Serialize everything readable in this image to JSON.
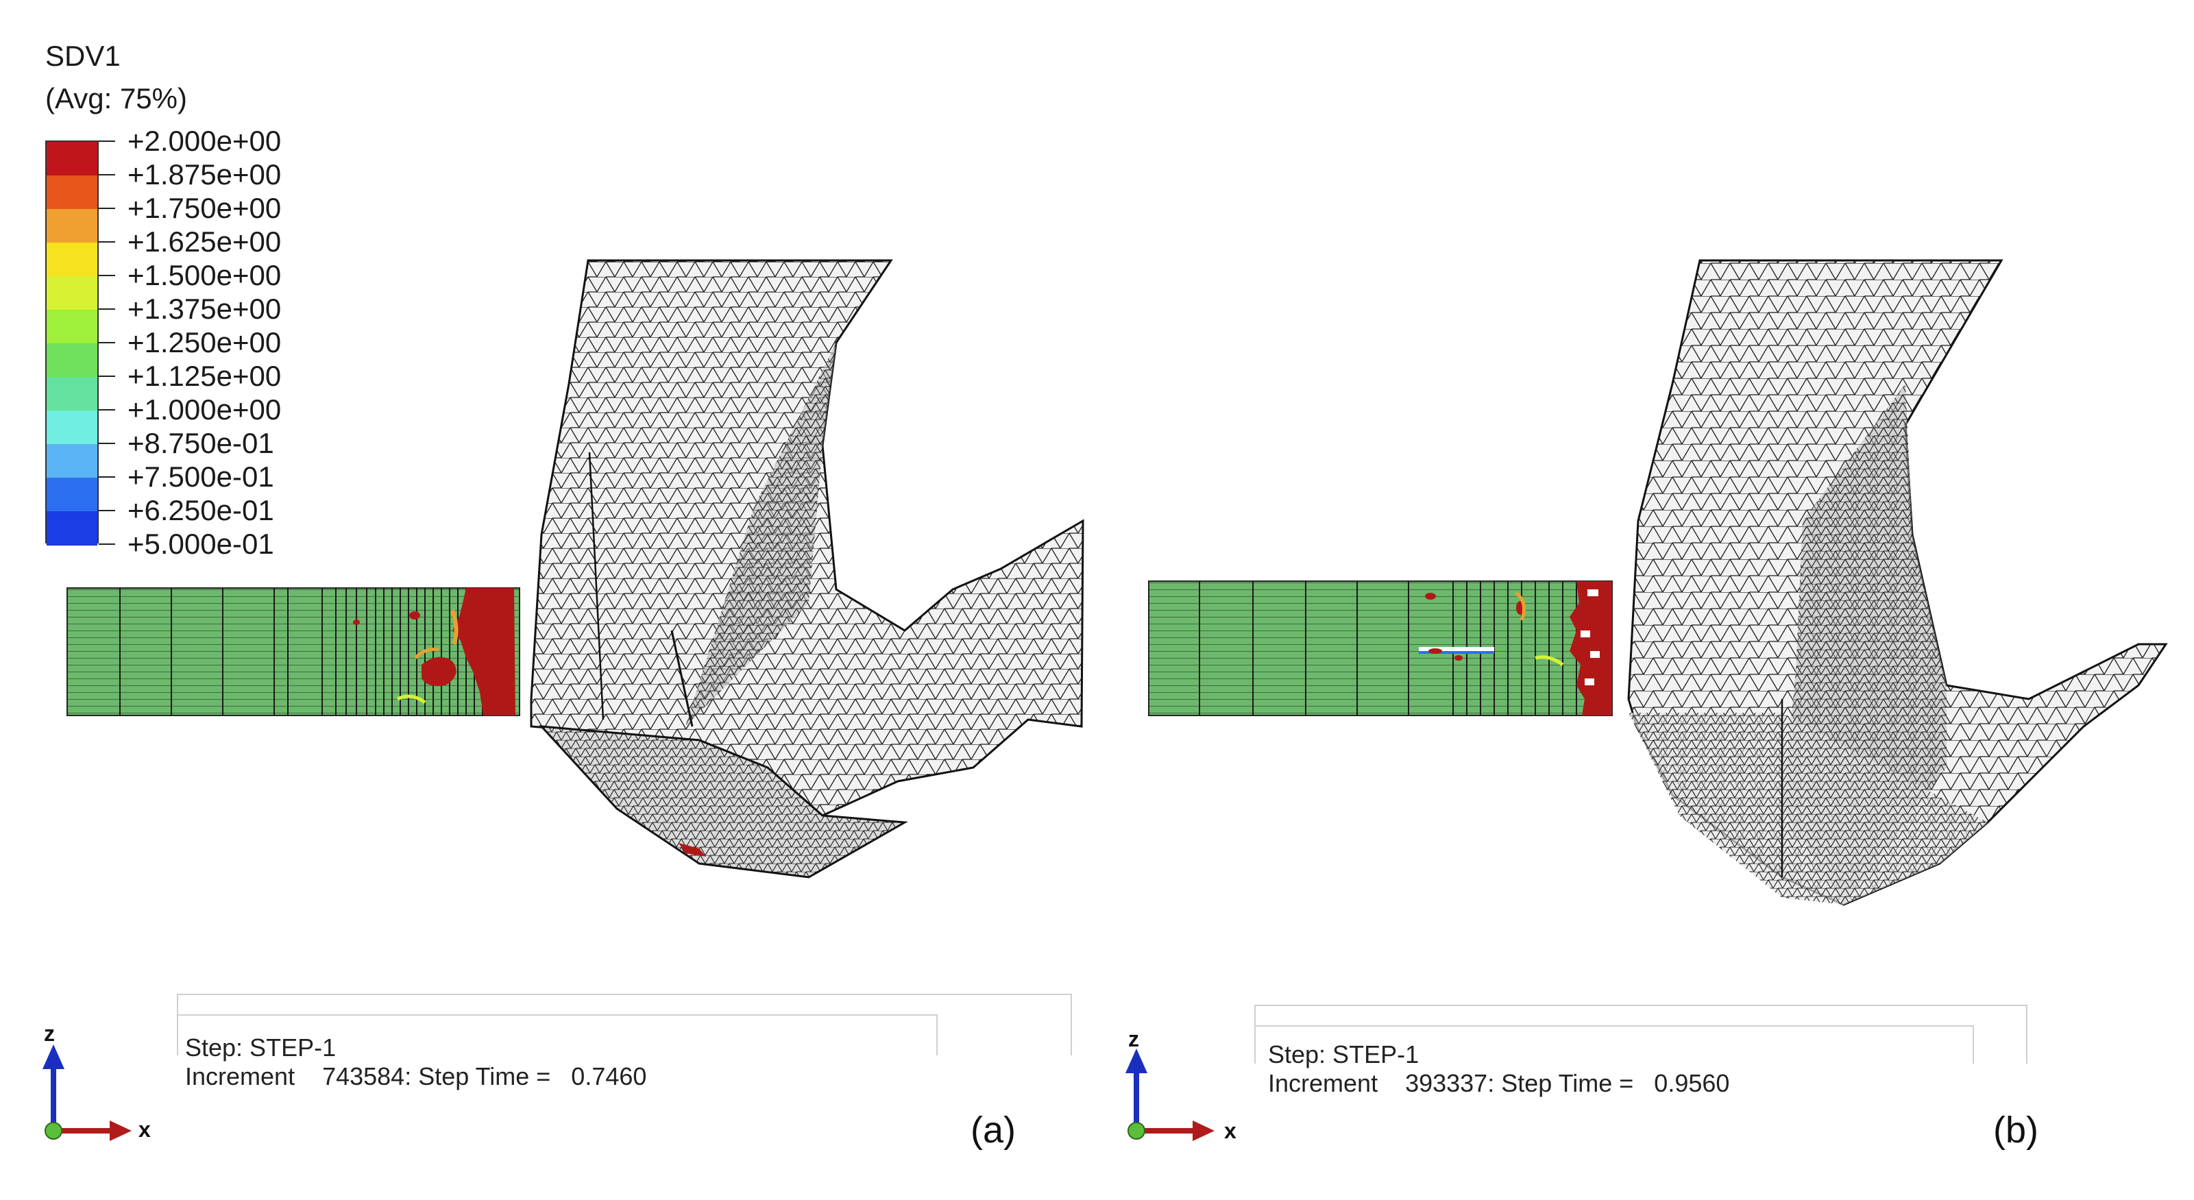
{
  "legend": {
    "variable": "SDV1",
    "averaging": "(Avg: 75%)",
    "levels": [
      {
        "label": "+2.000e+00",
        "color": "#c0151b"
      },
      {
        "label": "+1.875e+00",
        "color": "#e8561c"
      },
      {
        "label": "+1.750e+00",
        "color": "#f0a030"
      },
      {
        "label": "+1.625e+00",
        "color": "#f6e21e"
      },
      {
        "label": "+1.500e+00",
        "color": "#d7f232"
      },
      {
        "label": "+1.375e+00",
        "color": "#9ff03a"
      },
      {
        "label": "+1.250e+00",
        "color": "#6ee05a"
      },
      {
        "label": "+1.125e+00",
        "color": "#62e29c"
      },
      {
        "label": "+1.000e+00",
        "color": "#6eefe2"
      },
      {
        "label": "+8.750e-01",
        "color": "#5ab4f3"
      },
      {
        "label": "+7.500e-01",
        "color": "#2c6ef0"
      },
      {
        "label": "+6.250e-01",
        "color": "#1a3de6"
      },
      {
        "label": "+5.000e-01",
        "color": "#1010e0"
      }
    ]
  },
  "panels": [
    {
      "id": "a",
      "label": "(a)",
      "step_line": "Step: STEP-1",
      "increment_line": "Increment    743584: Step Time =   0.7460",
      "triad": {
        "z": "z",
        "x": "x"
      }
    },
    {
      "id": "b",
      "label": "(b)",
      "step_line": "Step: STEP-1",
      "increment_line": "Increment    393337: Step Time =   0.9560",
      "triad": {
        "z": "z",
        "x": "x"
      }
    }
  ],
  "colors": {
    "workpiece": "#6cb96c",
    "damaged": "#b01818",
    "mesh_line": "#1a1a1a",
    "tool_fill": "#f2f2f2",
    "triad_z": "#1a2fbf",
    "triad_x": "#b01c1c",
    "triad_origin": "#5bbf3a"
  },
  "icons": [
    "color-legend",
    "workpiece-mesh",
    "drill-tool-mesh",
    "axis-triad-icon"
  ]
}
